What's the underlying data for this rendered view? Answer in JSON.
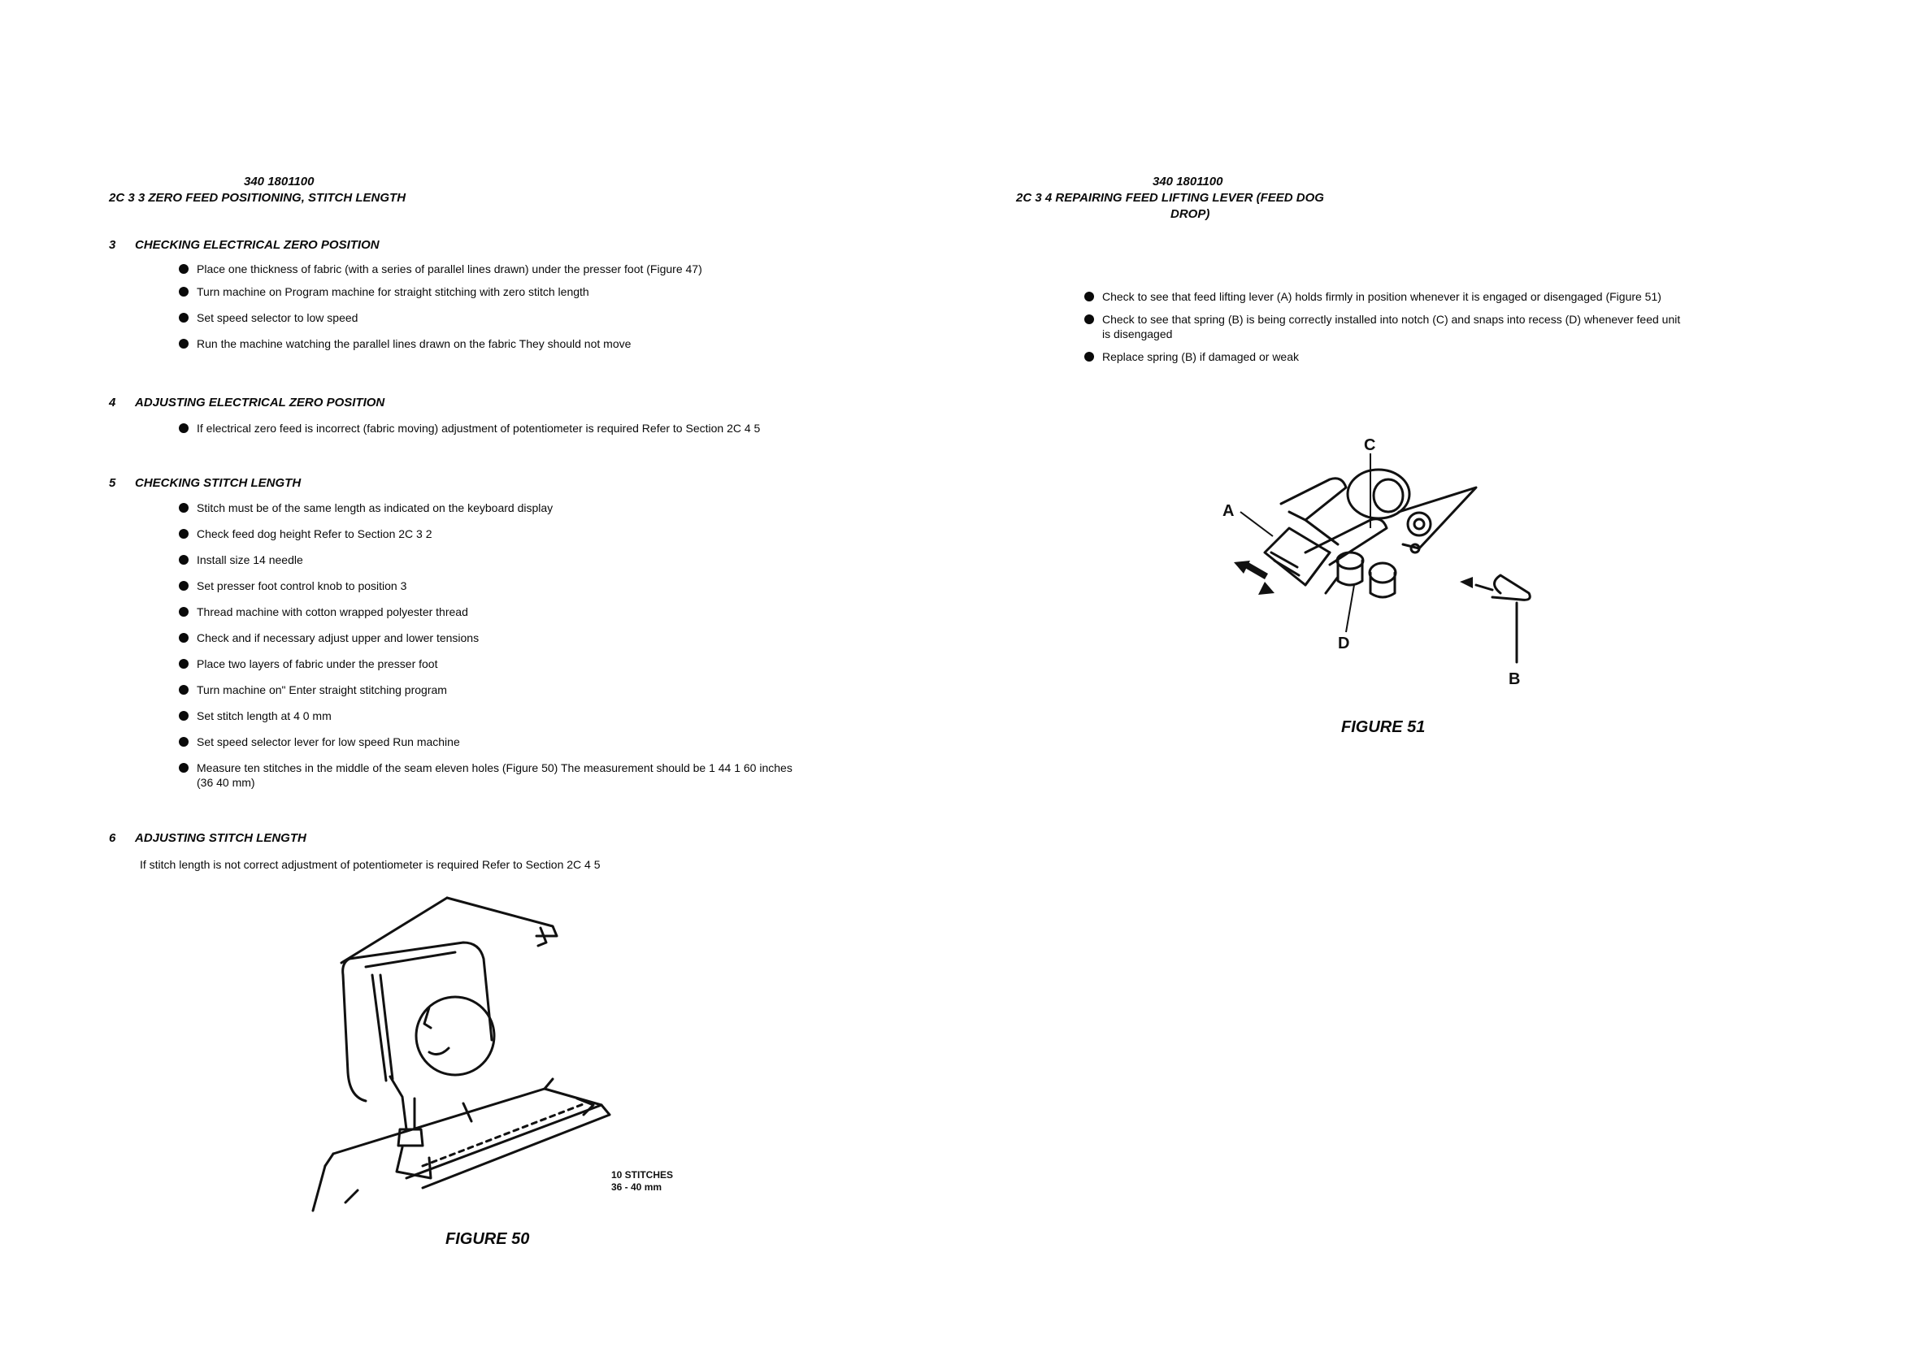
{
  "left": {
    "header_code": "340 1801100",
    "header_title": "2C 3 3   ZERO FEED POSITIONING, STITCH LENGTH",
    "sections": [
      {
        "num": "3",
        "title": "CHECKING ELECTRICAL ZERO POSITION",
        "items": [
          "Place one thickness of fabric (with a series of parallel lines drawn) under the presser foot (Figure 47)",
          "Turn machine  on   Program machine for straight stitching with zero stitch length",
          "Set speed selector to low speed",
          "Run the machine watching the parallel lines drawn on the fabric  They should not move"
        ]
      },
      {
        "num": "4",
        "title": "ADJUSTING ELECTRICAL ZERO POSITION",
        "items": [
          "If electrical zero feed is incorrect (fabric moving) adjustment of potentiometer is required  Refer to Section 2C 4 5"
        ]
      },
      {
        "num": "5",
        "title": "CHECKING STITCH LENGTH",
        "items": [
          "Stitch must be of the same length as indicated on the keyboard display",
          "Check feed dog height  Refer to Section 2C 3 2",
          "Install size 14 needle",
          "Set presser foot control knob to position 3",
          "Thread machine with cotton wrapped polyester thread",
          "Check and if necessary adjust upper and lower tensions",
          "Place two layers of fabric under the presser foot",
          "Turn machine  on\"  Enter straight stitching program",
          "Set stitch length at 4 0 mm",
          "Set speed selector lever for low speed  Run machine",
          "Measure ten stitches in the middle of the seam  eleven holes (Figure 50)  The measurement should be 1 44 1 60 inches (36 40 mm)"
        ]
      },
      {
        "num": "6",
        "title": "ADJUSTING STITCH LENGTH",
        "text": "If stitch length is not correct  adjustment of potentiometer is required  Refer to Section 2C 4 5"
      }
    ],
    "figure": {
      "label_line1": "10 STITCHES",
      "label_line2": "36 - 40 mm",
      "caption": "FIGURE 50"
    }
  },
  "right": {
    "header_code": "340 1801100",
    "header_title_line1": "2C 3 4   REPAIRING FEED LIFTING LEVER (FEED DOG",
    "header_title_line2": "DROP)",
    "items": [
      "Check to see that feed lifting lever (A) holds firmly in position whenever it is engaged or disengaged (Figure 51)",
      "Check to see that spring (B) is being correctly installed into notch (C) and snaps into recess (D) whenever feed unit is disengaged",
      "Replace spring (B) if damaged or weak"
    ],
    "figure": {
      "labels": {
        "A": "A",
        "B": "B",
        "C": "C",
        "D": "D"
      },
      "caption": "FIGURE 51"
    }
  }
}
